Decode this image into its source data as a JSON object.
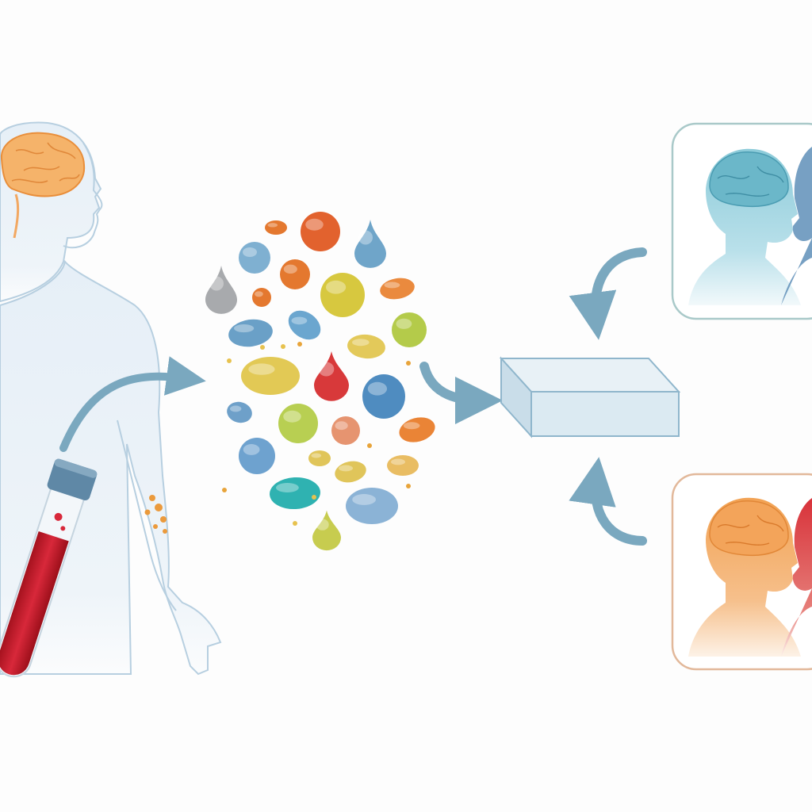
{
  "diagram": {
    "panels": [
      {
        "id": "top",
        "tone": "blue",
        "accent": "#6fb8cc",
        "border": "#a9c9c9"
      },
      {
        "id": "bottom",
        "tone": "orange-red",
        "accent": "#f0a060",
        "border": "#e2b89a"
      }
    ],
    "icons": {
      "person": "human-figure-icon",
      "brain": "brain-icon",
      "tube": "blood-sample-tube-icon",
      "particles": "biomarker-particles-icon",
      "box": "analysis-box-icon",
      "arrow": "arrow-icon"
    },
    "colors": {
      "figure": "#e4eef6",
      "figure_outline": "#b7cfe0",
      "arrow": "#7aa8bf",
      "blood": "#c81e2a",
      "cap": "#5f88a6",
      "box_fill": "#dbeaf2",
      "box_stroke": "#8fb6cc"
    },
    "particles": [
      {
        "shape": "ellipse",
        "color": "#e4782f"
      },
      {
        "shape": "circle",
        "color": "#e2622e"
      },
      {
        "shape": "drop",
        "color": "#6fa5c9"
      },
      {
        "shape": "circle",
        "color": "#7fb0d1"
      },
      {
        "shape": "circle",
        "color": "#e4782f"
      },
      {
        "shape": "drop",
        "color": "#a8aaad"
      },
      {
        "shape": "circle",
        "color": "#e4782f"
      },
      {
        "shape": "circle",
        "color": "#d7c83f"
      },
      {
        "shape": "ellipse",
        "color": "#ea8a3e"
      },
      {
        "shape": "ellipse",
        "color": "#6aa0c7"
      },
      {
        "shape": "ellipse",
        "color": "#6ba6cf"
      },
      {
        "shape": "ellipse",
        "color": "#e3c95a"
      },
      {
        "shape": "circle",
        "color": "#b4cb4a"
      },
      {
        "shape": "ellipse",
        "color": "#e2c955"
      },
      {
        "shape": "drop",
        "color": "#d8393a"
      },
      {
        "shape": "circle",
        "color": "#4f8cc0"
      },
      {
        "shape": "ellipse",
        "color": "#6ea0c9"
      },
      {
        "shape": "circle",
        "color": "#b8cf52"
      },
      {
        "shape": "circle",
        "color": "#e69470"
      },
      {
        "shape": "ellipse",
        "color": "#ea8436"
      },
      {
        "shape": "circle",
        "color": "#6ea2cf"
      },
      {
        "shape": "ellipse",
        "color": "#e0c55a"
      },
      {
        "shape": "ellipse",
        "color": "#e0c55a"
      },
      {
        "shape": "ellipse",
        "color": "#e9bd63"
      },
      {
        "shape": "ellipse",
        "color": "#2fb2b1"
      },
      {
        "shape": "ellipse",
        "color": "#8bb3d6"
      },
      {
        "shape": "drop",
        "color": "#c7cc4f"
      }
    ]
  }
}
